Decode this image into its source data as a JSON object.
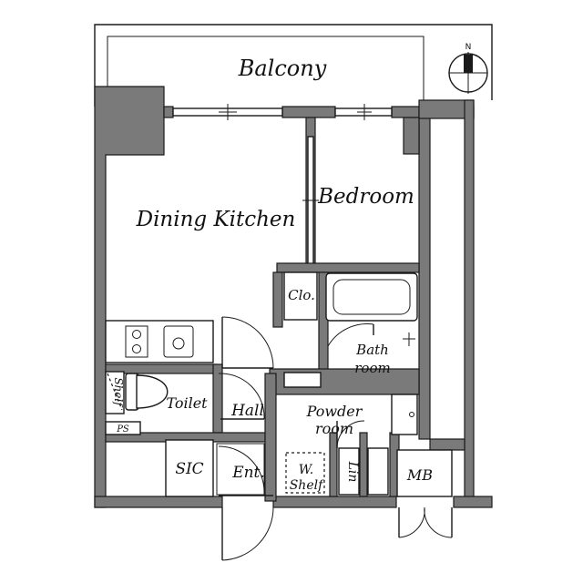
{
  "rooms": {
    "balcony": "Balcony",
    "dining_kitchen": "Dining Kitchen",
    "bedroom": "Bedroom",
    "closet": "Clo.",
    "bath_line1": "Bath",
    "bath_line2": "room",
    "toilet": "Toilet",
    "hall": "Hall",
    "powder_line1": "Powder",
    "powder_line2": "room",
    "sic": "SIC",
    "entrance": "Ent.",
    "w_shelf_line1": "W.",
    "w_shelf_line2": "Shelf",
    "linen": "Lin",
    "mb": "MB",
    "shelf": "Shelf",
    "ps": "PS"
  },
  "compass": {
    "north_label": "N",
    "icon": "north-arrow-icon"
  },
  "colors": {
    "wall_fill": "#7a7a7a",
    "line": "#1a1a1a",
    "background": "#ffffff"
  }
}
